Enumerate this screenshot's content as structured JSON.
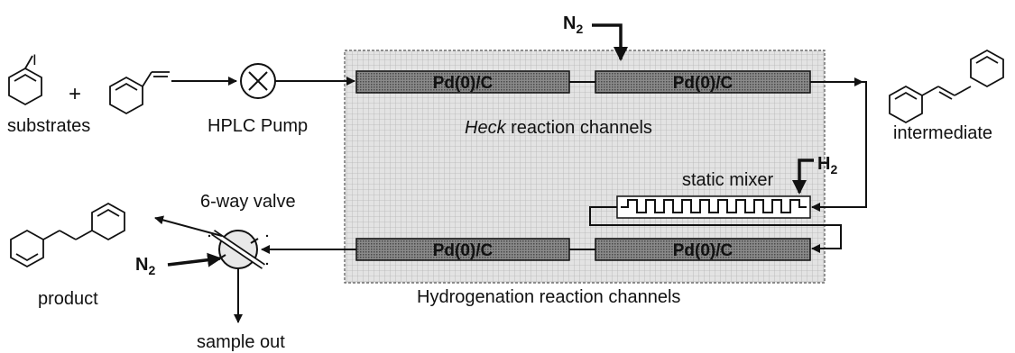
{
  "labels": {
    "substrates": "substrates",
    "plus": "+",
    "pump": "HPLC Pump",
    "heck_italic": "Heck",
    "heck_rest": " reaction channels",
    "intermediate": "intermediate",
    "static_mixer": "static mixer",
    "valve": "6-way valve",
    "product": "product",
    "sample_out": "sample out",
    "hydrogenation": "Hydrogenation reaction channels",
    "iodo": "I"
  },
  "gases": {
    "n2_top": {
      "main": "N",
      "sub": "2"
    },
    "h2": {
      "main": "H",
      "sub": "2"
    },
    "n2_valve": {
      "main": "N",
      "sub": "2"
    }
  },
  "channels": {
    "heck_1": "Pd(0)/C",
    "heck_2": "Pd(0)/C",
    "hydro_1": "Pd(0)/C",
    "hydro_2": "Pd(0)/C"
  },
  "colors": {
    "reactor_panel": "#d9d9d9",
    "channel": "#6e6e6e",
    "ink": "#111111"
  }
}
